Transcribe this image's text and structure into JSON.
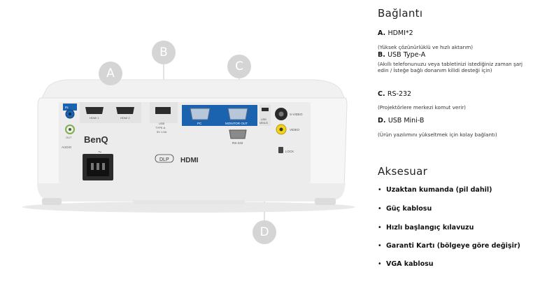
{
  "callouts": {
    "a": "A",
    "b": "B",
    "c": "C",
    "d": "D"
  },
  "device": {
    "brand": "BenQ",
    "port_labels": {
      "in": "IN",
      "out": "OUT",
      "audio": "AUDIO",
      "hdmi1": "HDMI 1",
      "hdmi2": "HDMI 2",
      "usb": "USB",
      "usb_type": "TYPE-A",
      "usb_power": "5V 1.5A",
      "pc": "PC",
      "monitor_out": "MONITOR OUT",
      "rs232": "RS-232",
      "usb_mini": "USB",
      "usb_mini2": "MINI-B",
      "svideo": "S-VIDEO",
      "video": "VIDEO",
      "lock": "LOCK",
      "dlp": "DLP",
      "hdmi_logo": "HDMI"
    }
  },
  "connection": {
    "title": "Bağlantı",
    "items": [
      {
        "letter": "A.",
        "name": "HDMI*2",
        "desc": "(Yüksek çözünürlüklü ve hızlı aktarım)"
      },
      {
        "letter": "B.",
        "name": "USB Type-A",
        "desc": "(Akıllı telefonunuzu veya tabletinizi istediğiniz zaman şarj edin / İsteğe bağlı donanım kilidi desteği için)"
      },
      {
        "letter": "C.",
        "name": "RS-232",
        "desc": "(Projektörlere merkezi komut verir)"
      },
      {
        "letter": "D.",
        "name": "USB Mini-B",
        "desc": "(Ürün yazılımını yükseltmek için kolay bağlantı)"
      }
    ]
  },
  "accessories": {
    "title": "Aksesuar",
    "bullet": "•",
    "items": [
      "Uzaktan kumanda (pil dahil)",
      "Güç kablosu",
      "Hızlı başlangıç kılavuzu",
      "Garanti Kartı (bölgeye göre değişir)",
      "VGA kablosu"
    ]
  },
  "colors": {
    "port_panel": "#1b63ae",
    "callout": "#d5d5d5",
    "body": "#f4f4f4"
  }
}
